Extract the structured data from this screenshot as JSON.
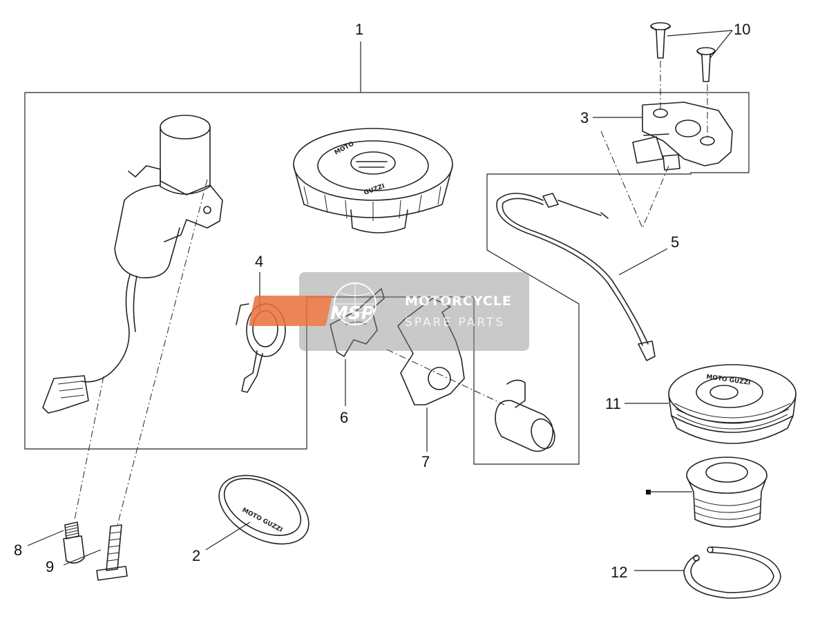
{
  "callouts": {
    "c1": "1",
    "c2": "2",
    "c3": "3",
    "c4": "4",
    "c5": "5",
    "c6": "6",
    "c7": "7",
    "c8": "8",
    "c9": "9",
    "c10": "10",
    "c11": "11",
    "c12": "12"
  },
  "watermark": {
    "logo": "MSP",
    "title": "MOTORCYCLE",
    "subtitle": "SPARE PARTS"
  },
  "embossed": {
    "cap_top": "MOTO",
    "cap_bottom": "GUZZI",
    "cap11": "MOTO GUZZI",
    "badge": "MOTO GUZZI"
  },
  "colors": {
    "line": "#222222",
    "watermark_bg": "#8a8a8a",
    "watermark_logo": "#e8703a"
  }
}
